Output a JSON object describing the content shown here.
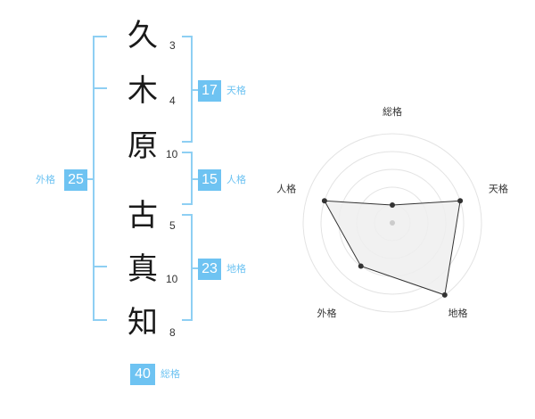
{
  "name": {
    "characters": [
      {
        "char": "久",
        "strokes": "3"
      },
      {
        "char": "木",
        "strokes": "4"
      },
      {
        "char": "原",
        "strokes": "10"
      },
      {
        "char": "古",
        "strokes": "5"
      },
      {
        "char": "真",
        "strokes": "10"
      },
      {
        "char": "知",
        "strokes": "8"
      }
    ]
  },
  "fortune": {
    "tenkaku": {
      "value": "17",
      "label": "天格"
    },
    "jinkaku": {
      "value": "15",
      "label": "人格"
    },
    "chikaku": {
      "value": "23",
      "label": "地格"
    },
    "gaikaku": {
      "value": "25",
      "label": "外格"
    },
    "soukaku": {
      "value": "40",
      "label": "総格"
    }
  },
  "colors": {
    "accent": "#6ec3f2",
    "bracket": "#8ecff3",
    "radar_fill": "#eeeeee",
    "radar_line": "#333333"
  },
  "chart_data": {
    "type": "radar",
    "axes": [
      "総格",
      "天格",
      "地格",
      "外格",
      "人格"
    ],
    "values": [
      1,
      4,
      5,
      3,
      4
    ],
    "range": [
      0,
      5
    ],
    "rings": 5,
    "grid": true
  }
}
